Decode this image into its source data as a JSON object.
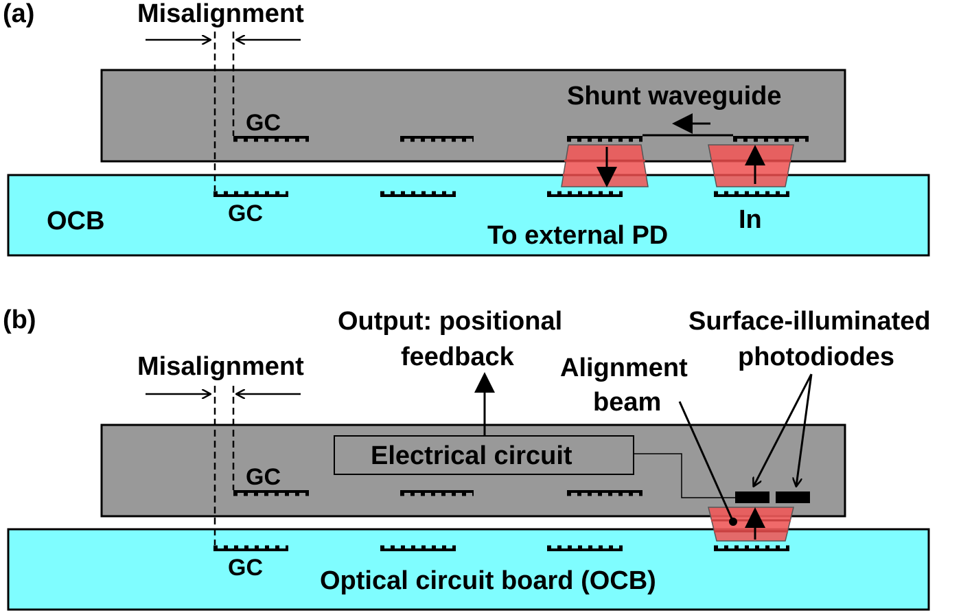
{
  "panel_a": {
    "tag": "(a)",
    "misalignment": "Misalignment",
    "shunt": "Shunt waveguide",
    "gc_chip": "GC",
    "gc_board": "GC",
    "ocb": "OCB",
    "to_pd": "To external PD",
    "in": "In"
  },
  "panel_b": {
    "tag": "(b)",
    "misalignment": "Misalignment",
    "output_line1": "Output: positional",
    "output_line2": "feedback",
    "alignment_line1": "Alignment",
    "alignment_line2": "beam",
    "surface_line1": "Surface-illuminated",
    "surface_line2": "photodiodes",
    "electrical": "Electrical circuit",
    "gc_chip": "GC",
    "gc_board": "GC",
    "ocb_full": "Optical circuit board (OCB)"
  },
  "colors": {
    "chip": "#999999",
    "board": "#7ffdff",
    "coupler": "#ee5a5a",
    "ink": "#000000"
  }
}
